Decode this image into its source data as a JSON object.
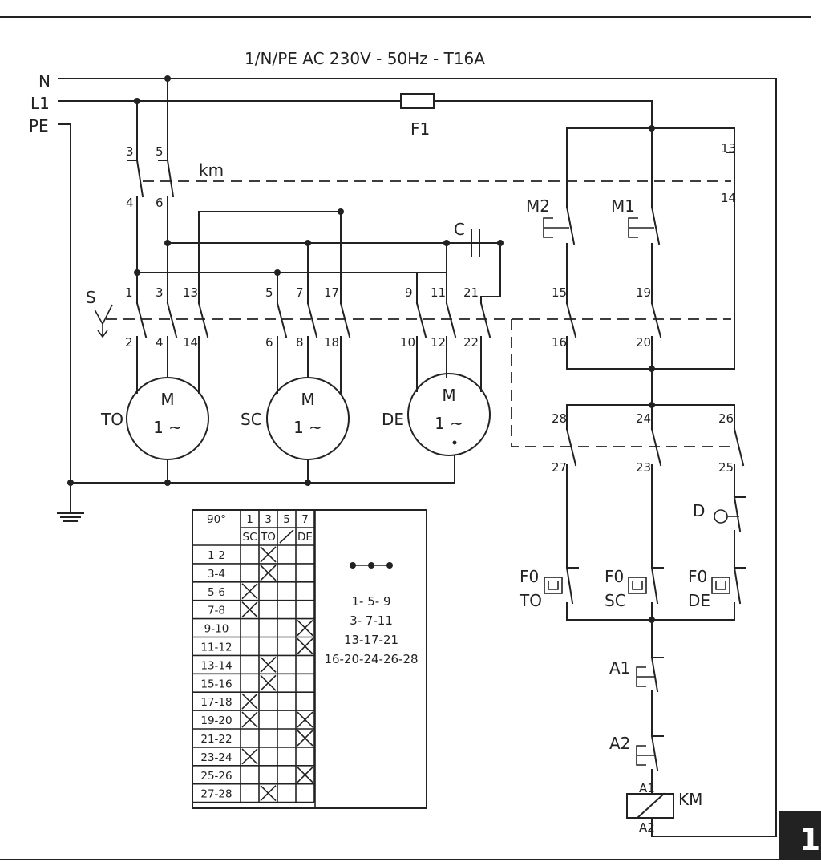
{
  "title": "1/N/PE AC 230V - 50Hz - T16A",
  "lines": {
    "n": "N",
    "l1": "L1",
    "pe": "PE"
  },
  "fuse": "F1",
  "contactor_km": "km",
  "selector": "S",
  "capacitor": "C",
  "motors": [
    {
      "tag": "TO",
      "symbol": "M",
      "phase": "1 ~"
    },
    {
      "tag": "SC",
      "symbol": "M",
      "phase": "1 ~"
    },
    {
      "tag": "DE",
      "symbol": "M",
      "phase": "1 ~"
    }
  ],
  "pushbuttons": {
    "m2": "M2",
    "m1": "M1",
    "a1": "A1",
    "a2": "A2",
    "d": "D"
  },
  "thermal_relays": [
    {
      "f": "F0",
      "tag": "TO"
    },
    {
      "f": "F0",
      "tag": "SC"
    },
    {
      "f": "F0",
      "tag": "DE"
    }
  ],
  "coil": {
    "tag": "KM",
    "a1": "A1",
    "a2": "A2"
  },
  "terminals": {
    "km_contacts": [
      "3",
      "4",
      "5",
      "6",
      "13",
      "14"
    ],
    "s_top": [
      "1",
      "3",
      "13",
      "5",
      "7",
      "17",
      "9",
      "11",
      "21",
      "15",
      "19"
    ],
    "s_bottom": [
      "2",
      "4",
      "14",
      "6",
      "8",
      "18",
      "10",
      "12",
      "22",
      "16",
      "20"
    ],
    "s_lower_top": [
      "28",
      "24",
      "26"
    ],
    "s_lower_bottom": [
      "27",
      "23",
      "25"
    ]
  },
  "table": {
    "corner": "90°",
    "columns": [
      "1",
      "3",
      "5",
      "7"
    ],
    "column_tags": [
      "SC",
      "TO",
      "",
      "DE"
    ],
    "rows": [
      {
        "label": "1-2",
        "marks": [
          false,
          true,
          false,
          false
        ]
      },
      {
        "label": "3-4",
        "marks": [
          false,
          true,
          false,
          false
        ]
      },
      {
        "label": "5-6",
        "marks": [
          true,
          false,
          false,
          false
        ]
      },
      {
        "label": "7-8",
        "marks": [
          true,
          false,
          false,
          false
        ]
      },
      {
        "label": "9-10",
        "marks": [
          false,
          false,
          false,
          true
        ]
      },
      {
        "label": "11-12",
        "marks": [
          false,
          false,
          false,
          true
        ]
      },
      {
        "label": "13-14",
        "marks": [
          false,
          true,
          false,
          false
        ]
      },
      {
        "label": "15-16",
        "marks": [
          false,
          true,
          false,
          false
        ]
      },
      {
        "label": "17-18",
        "marks": [
          true,
          false,
          false,
          false
        ]
      },
      {
        "label": "19-20",
        "marks": [
          true,
          false,
          false,
          true
        ]
      },
      {
        "label": "21-22",
        "marks": [
          false,
          false,
          false,
          true
        ]
      },
      {
        "label": "23-24",
        "marks": [
          true,
          false,
          false,
          false
        ]
      },
      {
        "label": "25-26",
        "marks": [
          false,
          false,
          false,
          true
        ]
      },
      {
        "label": "27-28",
        "marks": [
          false,
          true,
          false,
          false
        ]
      }
    ],
    "bridges": [
      "1- 5- 9",
      "3- 7-11",
      "13-17-21",
      "16-20-24-26-28"
    ]
  },
  "page_tab": "1"
}
